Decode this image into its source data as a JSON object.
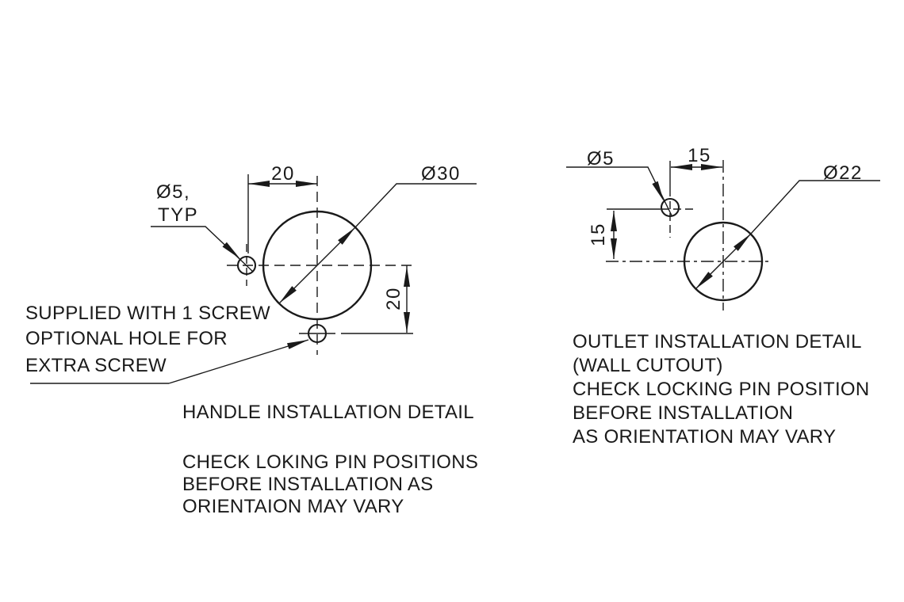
{
  "handle_view": {
    "hole_callout": {
      "line1": "Ø5,",
      "line2": "TYP"
    },
    "dim_top": "20",
    "dim_right": "20",
    "diameter_label": "Ø30",
    "screw_note": {
      "line1": "SUPPLIED WITH 1 SCREW",
      "line2": "OPTIONAL HOLE FOR",
      "line3": "EXTRA SCREW"
    },
    "caption": {
      "line1": "HANDLE INSTALLATION DETAIL",
      "line2": "CHECK LOKING PIN POSITIONS",
      "line3": "BEFORE INSTALLATION AS",
      "line4": "ORIENTAION MAY VARY"
    }
  },
  "outlet_view": {
    "hole_callout": "Ø5",
    "dim_top": "15",
    "dim_left": "15",
    "diameter_label": "Ø22",
    "caption": {
      "line1": "OUTLET INSTALLATION DETAIL",
      "line2": "(WALL CUTOUT)",
      "line3": "CHECK LOCKING PIN POSITION",
      "line4": "BEFORE INSTALLATION",
      "line5": "AS ORIENTATION MAY VARY"
    }
  },
  "colors": {
    "ink": "#1a1a1a",
    "background": "#ffffff"
  }
}
